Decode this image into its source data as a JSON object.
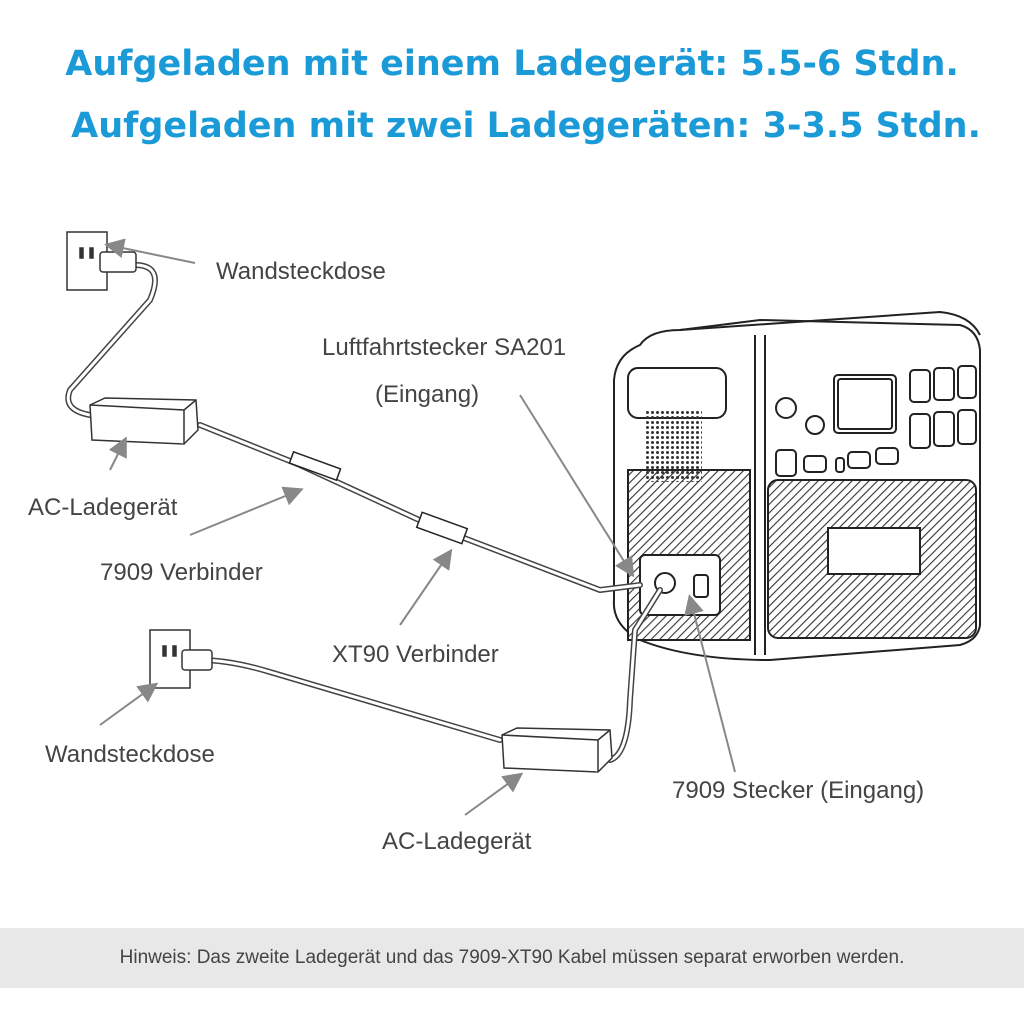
{
  "title": {
    "line1": "Aufgeladen mit einem Ladegerät: 5.5-6 Stdn.",
    "line2": "Aufgeladen mit zwei Ladegeräten: 3-3.5 Stdn."
  },
  "labels": {
    "wall_outlet_1": "Wandsteckdose",
    "aviation_plug": "Luftfahrtstecker SA201",
    "aviation_plug_sub": "(Eingang)",
    "ac_charger_1": "AC-Ladegerät",
    "connector_7909": "7909 Verbinder",
    "connector_xt90": "XT90 Verbinder",
    "wall_outlet_2": "Wandsteckdose",
    "plug_7909": "7909 Stecker (Eingang)",
    "ac_charger_2": "AC-Ladegerät"
  },
  "footer": {
    "note": "Hinweis: Das zweite Ladegerät und das 7909-XT90 Kabel müssen separat erworben werden."
  },
  "colors": {
    "title": "#1a9ad6",
    "text": "#444444",
    "footer_bg": "#e8e8e8"
  }
}
